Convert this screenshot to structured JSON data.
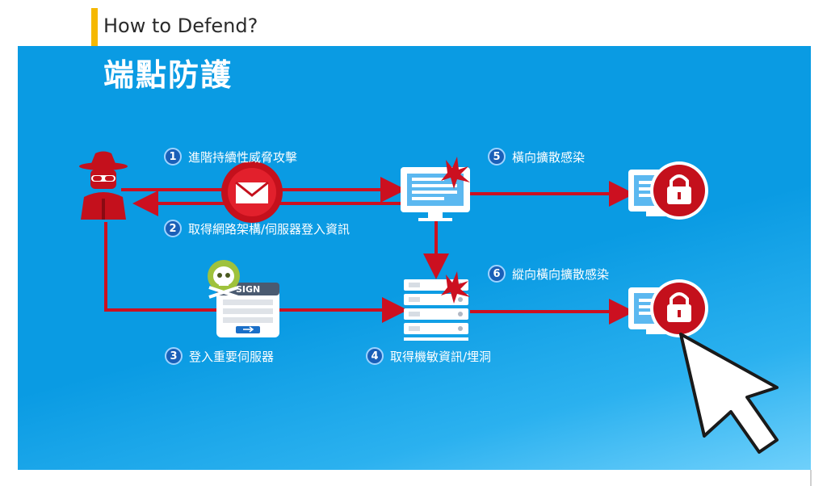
{
  "header": {
    "subtitle": "How to Defend?",
    "title": "端點防護"
  },
  "steps": [
    {
      "num": "1",
      "label": "進階持續性威脅攻擊"
    },
    {
      "num": "2",
      "label": "取得網路架構/伺服器登入資訊"
    },
    {
      "num": "3",
      "label": "登入重要伺服器"
    },
    {
      "num": "4",
      "label": "取得機敏資訊/埋洞"
    },
    {
      "num": "5",
      "label": "橫向擴散感染"
    },
    {
      "num": "6",
      "label": "縱向橫向擴散感染"
    }
  ],
  "sign_panel": {
    "label": "SIGN"
  },
  "colors": {
    "background": "#0a9be3",
    "accent": "#f5b800",
    "arrow": "#cc1020",
    "badge": "#1a5fb8"
  }
}
